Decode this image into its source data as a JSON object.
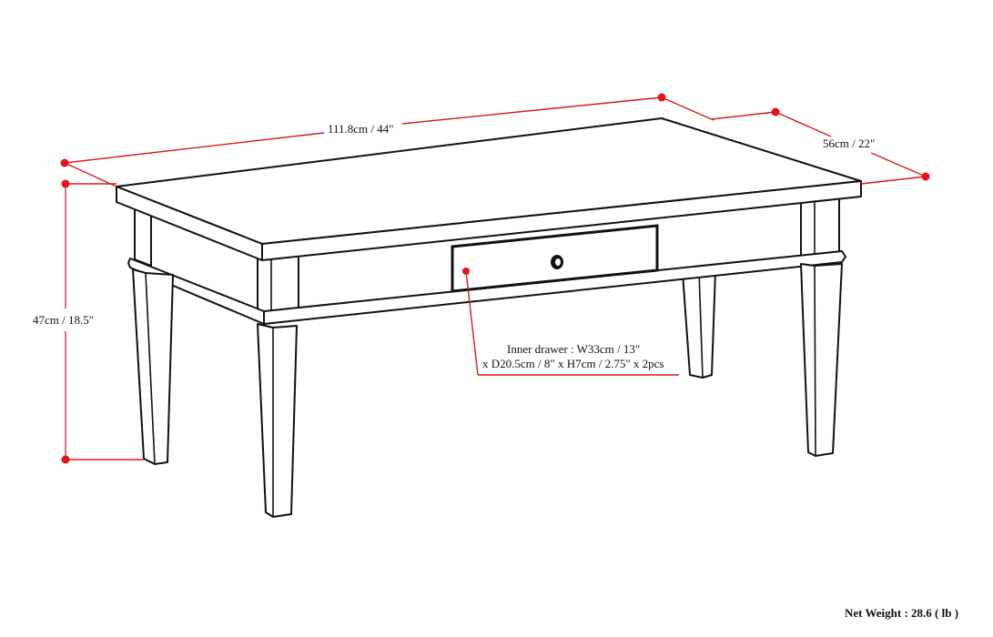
{
  "diagram": {
    "subject": "Coffee table with drawer",
    "dimensions": {
      "length": "111.8cm / 44\"",
      "depth": "56cm / 22\"",
      "height": "47cm / 18.5\""
    },
    "drawer_note": {
      "line1": "Inner drawer  : W33cm / 13\"",
      "line2": "x D20.5cm / 8\" x H7cm / 2.75\" x 2pcs"
    },
    "net_weight": "Net Weight : 28.6 ( lb )",
    "colors": {
      "outline": "#111111",
      "dimension_line": "#d7191c",
      "dimension_dot": "#e8121a",
      "background": "#ffffff"
    }
  }
}
